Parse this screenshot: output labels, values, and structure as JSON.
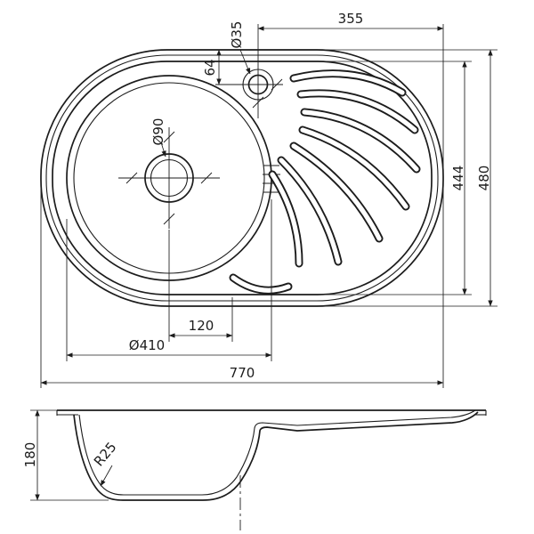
{
  "drawing": {
    "type": "technical-drawing",
    "subject": "oval kitchen sink with round bowl and drainboard, top view and section view"
  },
  "top_view": {
    "dim_width_to_faucet": "355",
    "dim_faucet_offset": "64",
    "dim_faucet_hole": "Ø35",
    "dim_drain_hole": "Ø90",
    "dim_inner_height": "444",
    "dim_overall_height": "480",
    "dim_drain_to_slot": "120",
    "dim_bowl": "Ø410",
    "dim_overall_width": "770"
  },
  "side_view": {
    "dim_depth": "180",
    "dim_corner_radius": "R25"
  },
  "colors": {
    "line": "#1c1c1c",
    "background": "#ffffff"
  }
}
